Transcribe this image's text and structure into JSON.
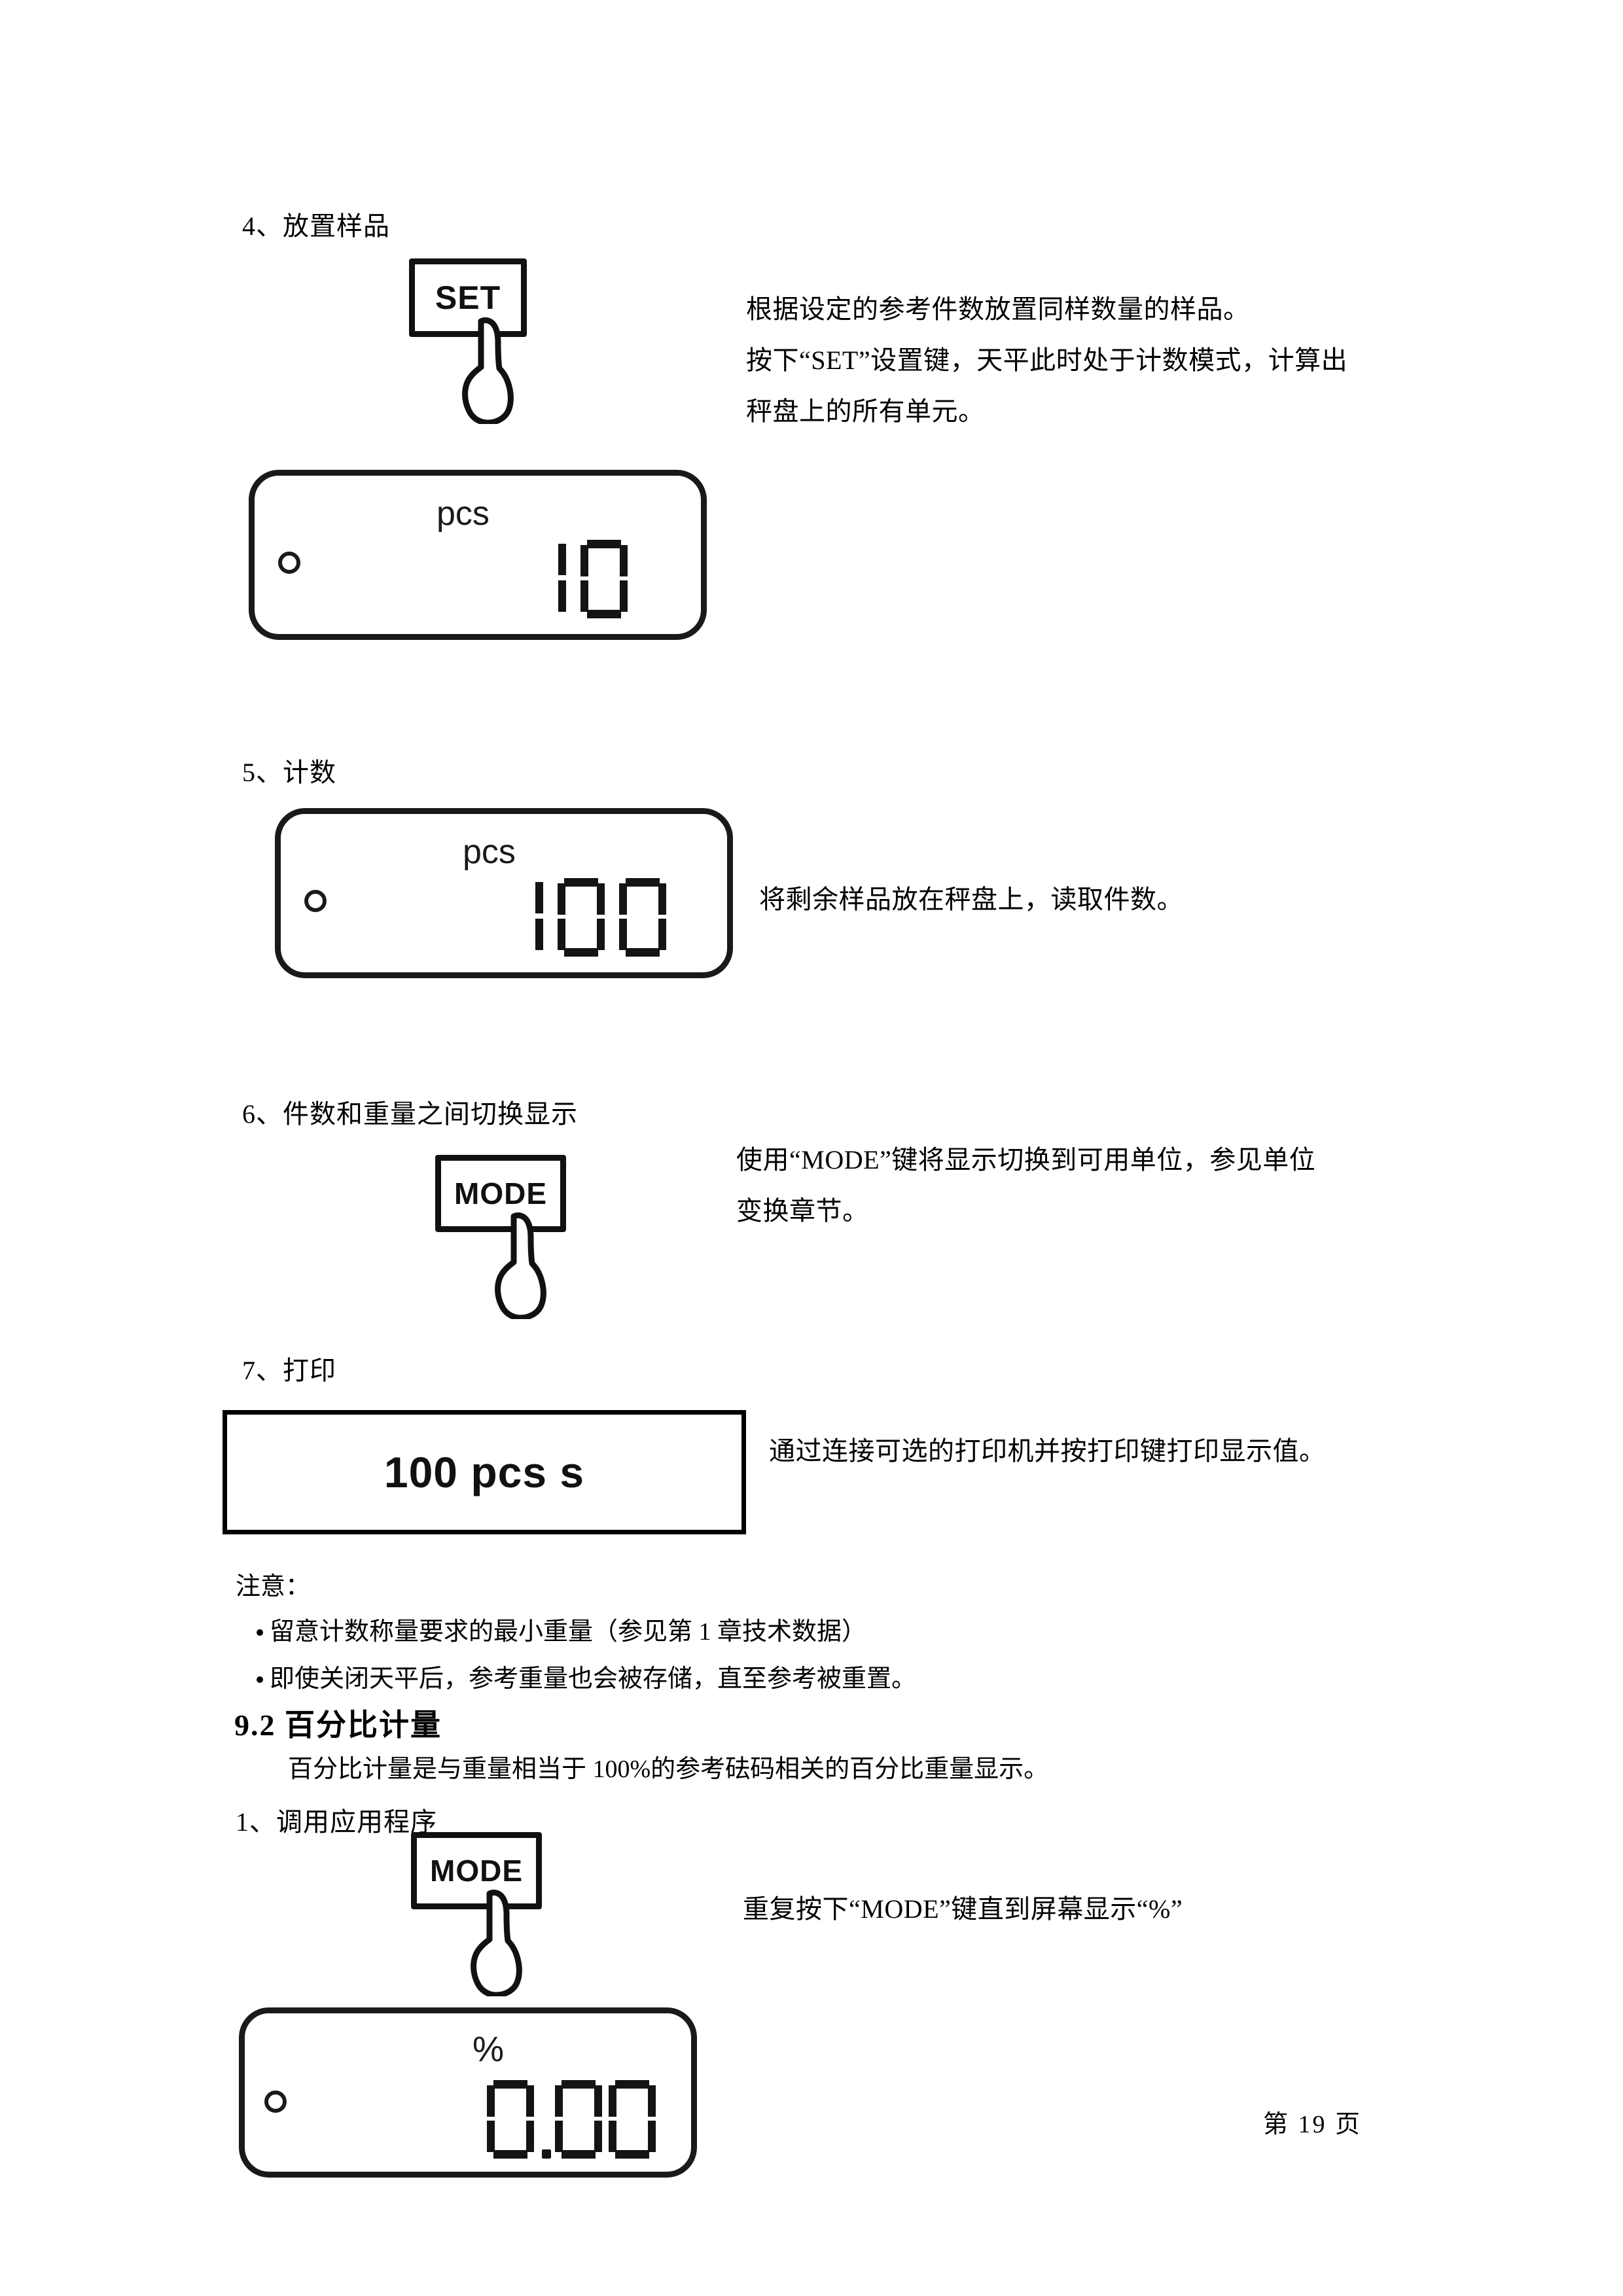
{
  "document": {
    "footer": "第 19 页"
  },
  "steps": {
    "step4": {
      "label": "4、放置样品",
      "button": {
        "key_label": "SET",
        "icon": "pointing-hand-icon"
      },
      "text_lines": [
        "根据设定的参考件数放置同样数量的样品。",
        "按下“SET”设置键，天平此时处于计数模式，计算出",
        "秤盘上的所有单元。"
      ],
      "display": {
        "unit": "pcs",
        "value": "10",
        "indicator": "stable-circle-icon"
      }
    },
    "step5": {
      "label": "5、计数",
      "display": {
        "unit": "pcs",
        "value": "100",
        "indicator": "stable-circle-icon"
      },
      "text_lines": [
        "将剩余样品放在秤盘上，读取件数。"
      ]
    },
    "step6": {
      "label": "6、件数和重量之间切换显示",
      "button": {
        "key_label": "MODE",
        "icon": "pointing-hand-icon"
      },
      "text_lines": [
        "使用“MODE”键将显示切换到可用单位，参见单位",
        "变换章节。"
      ]
    },
    "step7": {
      "label": "7、打印",
      "printout": "100 pcs  s",
      "text_lines": [
        "通过连接可选的打印机并按打印键打印显示值。"
      ]
    }
  },
  "notes": {
    "heading": "注意：",
    "items": [
      "留意计数称量要求的最小重量（参见第 1 章技术数据）",
      "即使关闭天平后，参考重量也会被存储，直至参考被重置。"
    ]
  },
  "section_9_2": {
    "heading": "9.2 百分比计量",
    "description": "百分比计量是与重量相当于 100%的参考砝码相关的百分比重量显示。",
    "step1": {
      "label": "1、调用应用程序",
      "button": {
        "key_label": "MODE",
        "icon": "pointing-hand-icon"
      },
      "text_lines": [
        "重复按下“MODE”键直到屏幕显示“%”"
      ],
      "display": {
        "unit": "%",
        "value": "0.00",
        "indicator": "stable-circle-icon"
      }
    }
  },
  "colors": {
    "ink": "#000000",
    "lcd_border": "#1a1a1a",
    "segment": "#141414"
  }
}
